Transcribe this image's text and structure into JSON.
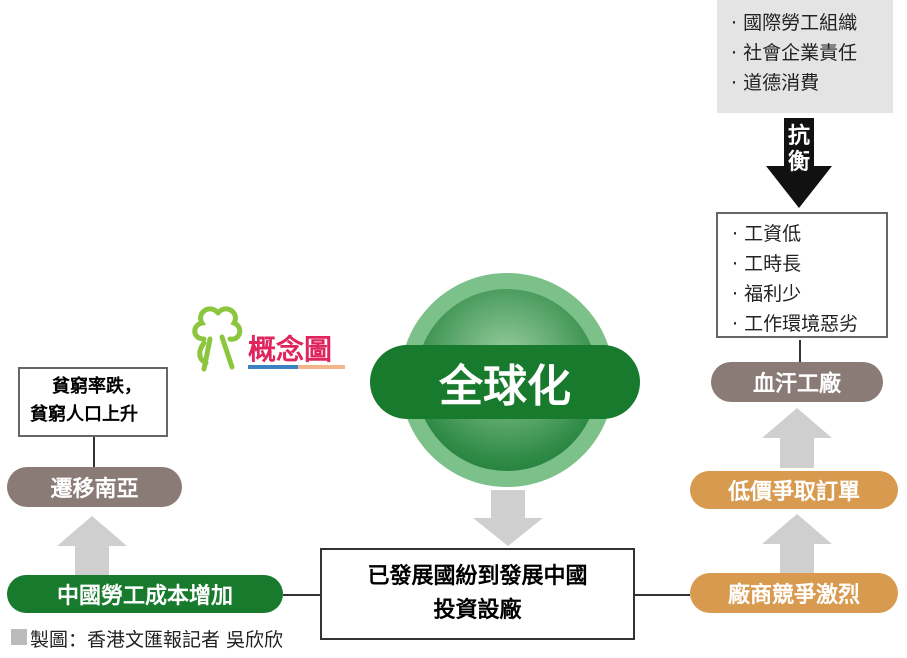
{
  "logo": {
    "title": "概念圖"
  },
  "center": {
    "title": "全球化",
    "box_line1": "已發展國紛到發展中國",
    "box_line2": "投資設廠"
  },
  "right": {
    "top_items": [
      "國際勞工組織",
      "社會企業責任",
      "道德消費"
    ],
    "arrow_label": "抗衡",
    "conditions": [
      "工資低",
      "工時長",
      "福利少",
      "工作環境惡劣"
    ],
    "sweatshop": "血汗工廠",
    "low_price": "低價爭取訂單",
    "competition": "廠商競爭激烈"
  },
  "left": {
    "poverty_line1": "貧窮率跌，",
    "poverty_line2": "貧窮人口上升",
    "move": "遷移南亞",
    "cost": "中國勞工成本增加"
  },
  "credit": "製圖：香港文匯報記者 吳欣欣",
  "colors": {
    "green": "#177a2c",
    "brown": "#8a7b76",
    "orange": "#d79a4e",
    "arrow": "#cfcfcf"
  }
}
